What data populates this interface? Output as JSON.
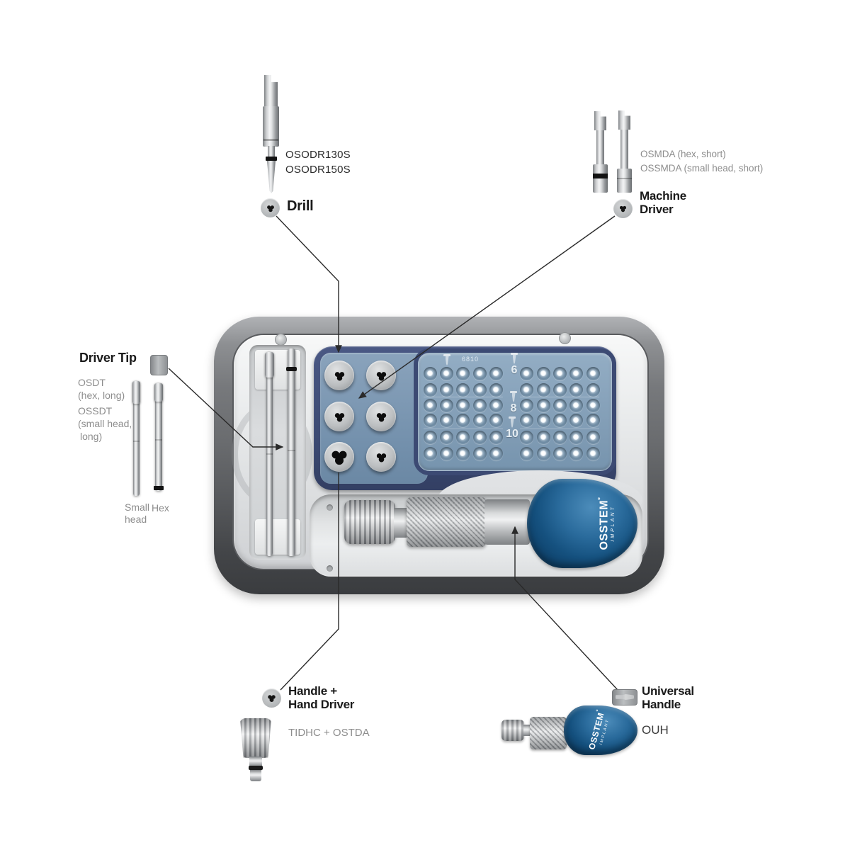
{
  "groups": {
    "drill": {
      "title": "Drill",
      "models": [
        "OSODR130S",
        "OSODR150S"
      ]
    },
    "machine_driver": {
      "title_lines": [
        "Machine",
        "Driver"
      ],
      "models": [
        "OSMDA (hex, short)",
        "OSSMDA (small head, short)"
      ]
    },
    "driver_tip": {
      "title": "Driver Tip",
      "model_lines": [
        "OSDT",
        "(hex, long)",
        "OSSDT",
        "(small head,",
        "long)"
      ],
      "tool_labels": {
        "small": "Small head",
        "hex": "Hex"
      }
    },
    "handle_hand_driver": {
      "title_lines": [
        "Handle +",
        "Hand Driver"
      ],
      "model": "TIDHC + OSTDA"
    },
    "universal_handle": {
      "title_lines": [
        "Universal",
        "Handle"
      ],
      "model": "OUH"
    }
  },
  "kit_case": {
    "brand": {
      "name": "OSSTEM",
      "degree": "°",
      "sub": "IMPLANT"
    },
    "grid": {
      "legend": "6810",
      "size_numbers": [
        "6",
        "8",
        "10"
      ],
      "rows": 6,
      "cols_per_block": 5,
      "blocks": 2
    },
    "knobs": {
      "rows": 3,
      "cols": 2
    }
  },
  "colors": {
    "handle_blue": "#15517f",
    "tray_navy": "#3c4a73",
    "tray_steel": "#7e9ab5",
    "label_gray": "#8d8d8d",
    "text_black": "#1a1a1a"
  }
}
